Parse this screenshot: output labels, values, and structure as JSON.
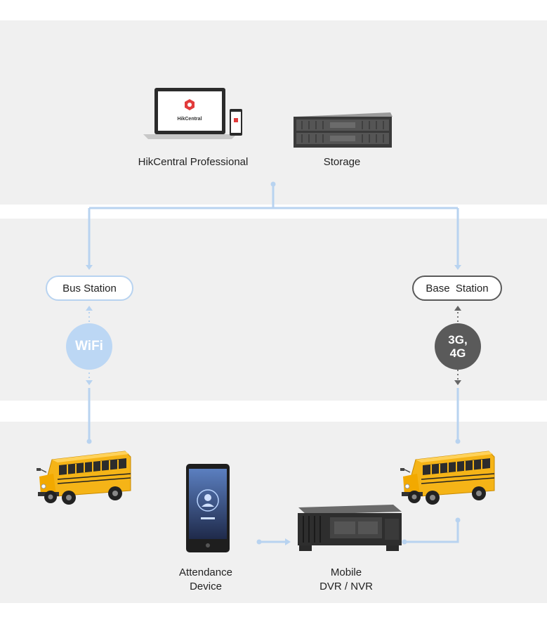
{
  "diagram": {
    "nodes": {
      "hikcentral": {
        "label": "HikCentral Professional",
        "screen_text": "HikCentral"
      },
      "storage": {
        "label": "Storage"
      },
      "bus_station": {
        "label": "Bus Station"
      },
      "base_station": {
        "label": "Base  Station"
      },
      "wifi": {
        "label": "WiFi"
      },
      "cellular": {
        "line1": "3G,",
        "line2": "4G"
      },
      "attendance": {
        "line1": "Attendance",
        "line2": "Device"
      },
      "mobile_dvr": {
        "line1": "Mobile",
        "line2": "DVR / NVR"
      }
    },
    "colors": {
      "band": "#f0f0f0",
      "connector": "#b8d3f0",
      "wifi_circle": "#bcd7f4",
      "cellular_circle": "#5a5a5a",
      "bus_yellow": "#f5b417"
    }
  }
}
